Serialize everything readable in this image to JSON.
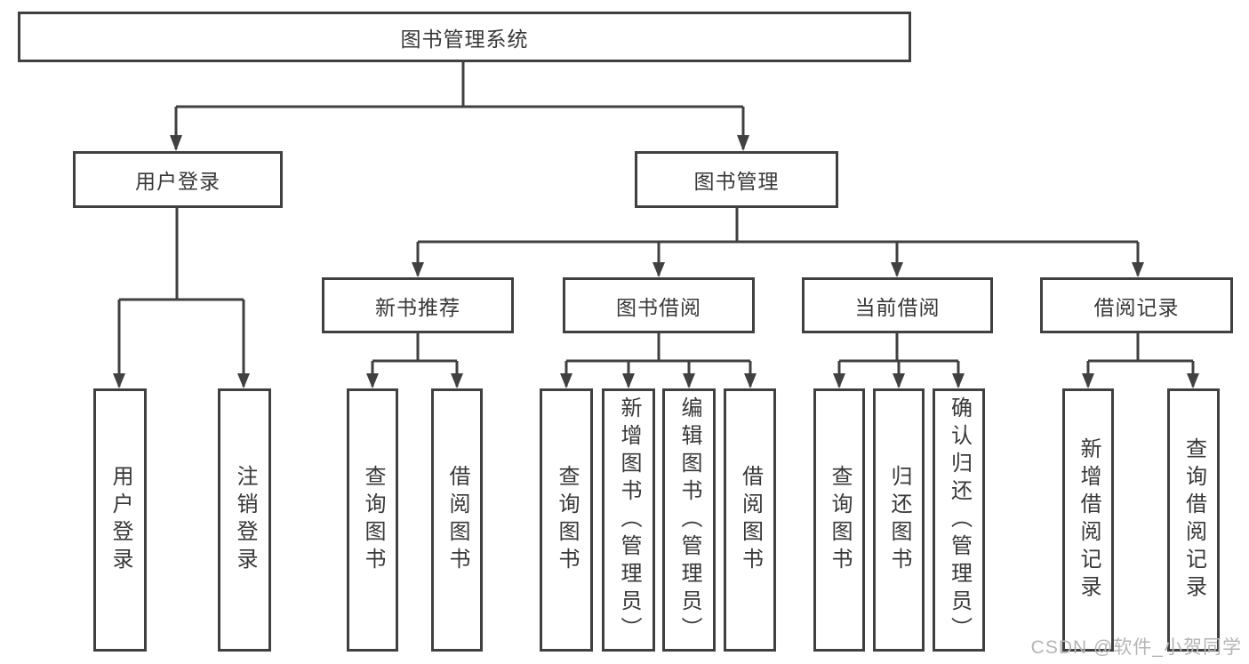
{
  "tree": {
    "root": {
      "label": "图书管理系统",
      "children": [
        {
          "label": "用户登录",
          "children": [
            {
              "label": "用户登录"
            },
            {
              "label": "注销登录"
            }
          ]
        },
        {
          "label": "图书管理",
          "children": [
            {
              "label": "新书推荐",
              "children": [
                {
                  "label": "查询图书"
                },
                {
                  "label": "借阅图书"
                }
              ]
            },
            {
              "label": "图书借阅",
              "children": [
                {
                  "label": "查询图书"
                },
                {
                  "label": "新增图书（管理员）"
                },
                {
                  "label": "编辑图书（管理员）"
                },
                {
                  "label": "借阅图书"
                }
              ]
            },
            {
              "label": "当前借阅",
              "children": [
                {
                  "label": "查询图书"
                },
                {
                  "label": "归还图书"
                },
                {
                  "label": "确认归还（管理员）"
                }
              ]
            },
            {
              "label": "借阅记录",
              "children": [
                {
                  "label": "新增借阅记录"
                },
                {
                  "label": "查询借阅记录"
                }
              ]
            }
          ]
        }
      ]
    }
  },
  "watermark": {
    "text": "CSDN @软件_小贺同学"
  },
  "colors": {
    "line": "#404040",
    "text": "#383838",
    "background": "#ffffff",
    "watermark": "#b5b5b5"
  }
}
